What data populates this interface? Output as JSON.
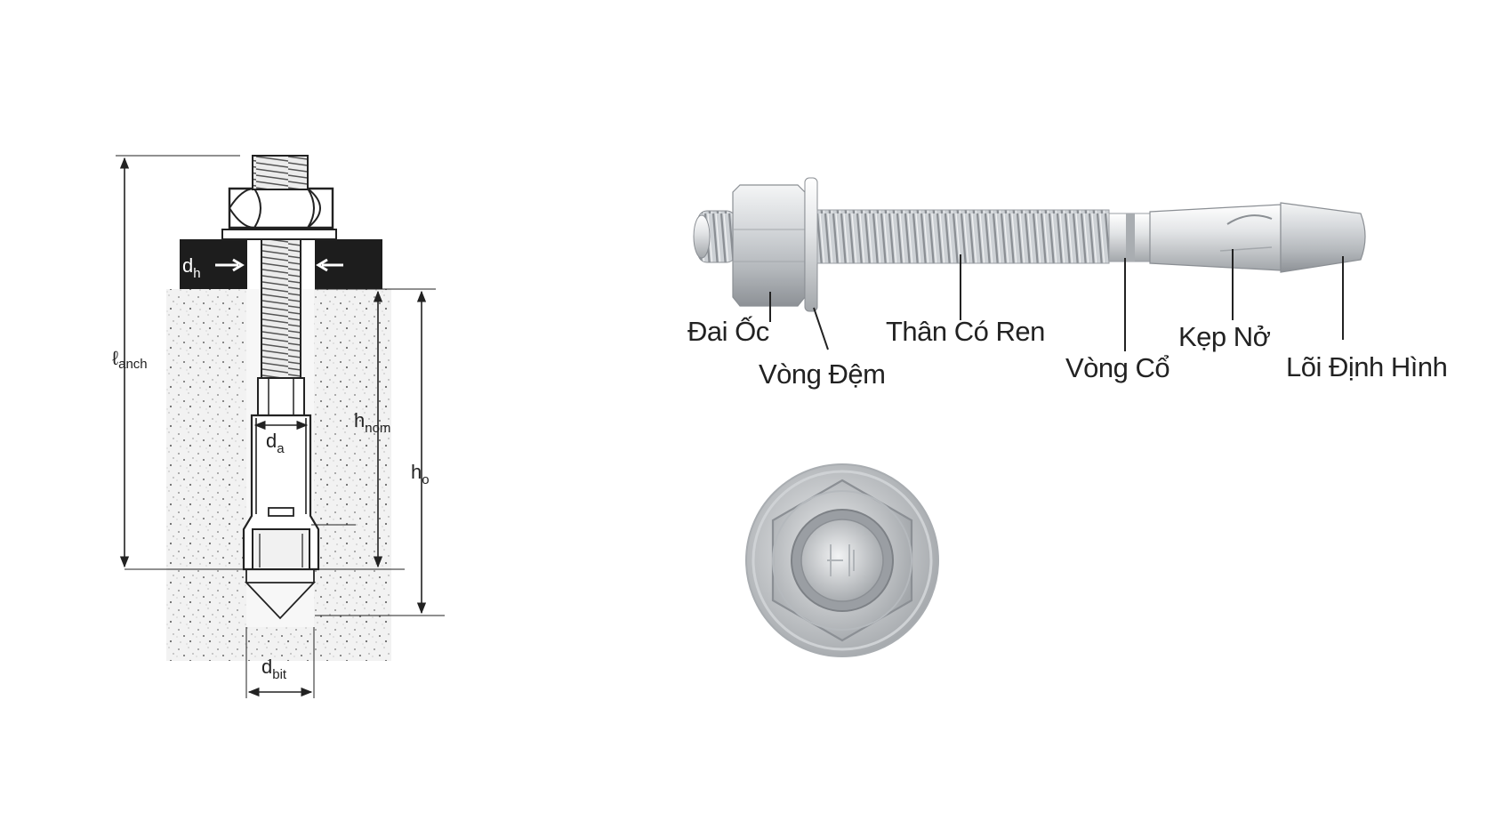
{
  "diagram": {
    "dimensions": {
      "d_h": {
        "base": "d",
        "sub": "h"
      },
      "l_anch": {
        "base": "ℓ",
        "sub": "anch"
      },
      "d_a": {
        "base": "d",
        "sub": "a"
      },
      "h_nom": {
        "base": "h",
        "sub": "nom"
      },
      "h_o": {
        "base": "h",
        "sub": "o"
      },
      "d_bit": {
        "base": "d",
        "sub": "bit"
      }
    },
    "parts": {
      "nut": "Đai Ốc",
      "washer": "Vòng Đệm",
      "threaded_body": "Thân Có Ren",
      "collar": "Vòng Cổ",
      "expansion_clip": "Kẹp Nở",
      "profiled_core": "Lõi Định Hình"
    }
  },
  "colors": {
    "concrete": "#f1f1f1",
    "baseplate": "#1d1d1d",
    "steel_light": "#e6e8ea",
    "steel_mid": "#b8bcc0",
    "steel_dark": "#7d8186",
    "line": "#222222"
  }
}
